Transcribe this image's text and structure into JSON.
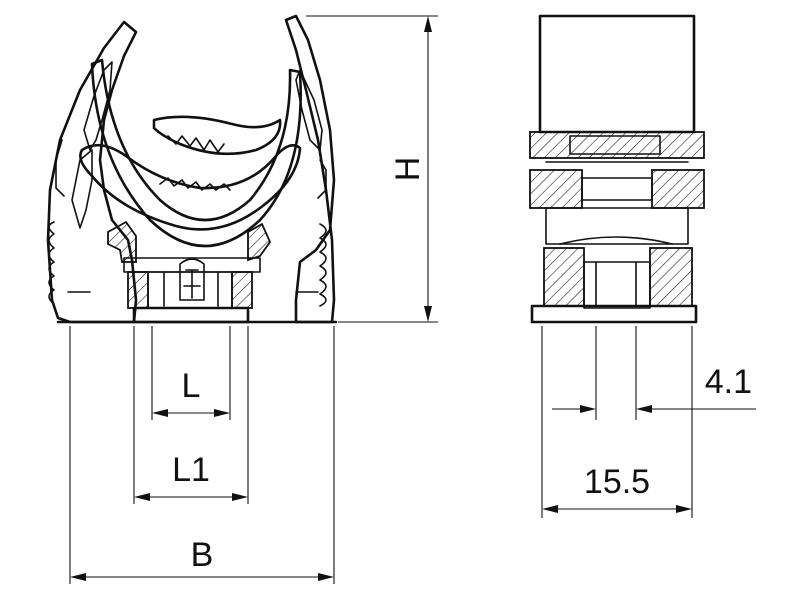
{
  "dimensions": {
    "height_label": "H",
    "width_label": "B",
    "slot_label": "L",
    "slot_outer_label": "L1",
    "side_gap_label": "4.1",
    "side_width_label": "15.5"
  },
  "colors": {
    "line": "#111111",
    "background": "#ffffff"
  }
}
